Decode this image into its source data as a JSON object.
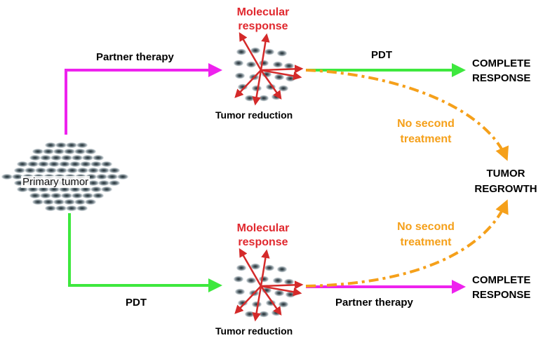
{
  "primary_tumor": "Primary tumor",
  "top_branch": {
    "first_therapy": "Partner therapy",
    "molecular_response_line1": "Molecular",
    "molecular_response_line2": "response",
    "reduction": "Tumor reduction",
    "second_therapy": "PDT",
    "outcome_line1": "COMPLETE",
    "outcome_line2": "RESPONSE",
    "no_second_line1": "No second",
    "no_second_line2": "treatment"
  },
  "bottom_branch": {
    "first_therapy": "PDT",
    "molecular_response_line1": "Molecular",
    "molecular_response_line2": "response",
    "reduction": "Tumor reduction",
    "second_therapy": "Partner therapy",
    "outcome_line1": "COMPLETE",
    "outcome_line2": "RESPONSE",
    "no_second_line1": "No second",
    "no_second_line2": "treatment"
  },
  "regrowth_line1": "TUMOR",
  "regrowth_line2": "REGROWTH",
  "colors": {
    "partner_therapy": "#ee22ee",
    "pdt": "#3ee83e",
    "no_treatment": "#f5a01a",
    "molecular_arrows": "#d42a2a"
  }
}
